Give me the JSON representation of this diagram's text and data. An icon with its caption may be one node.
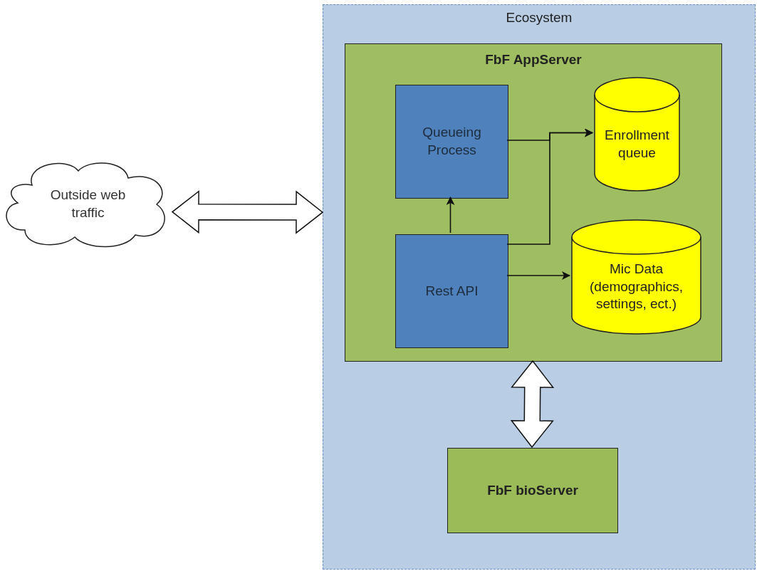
{
  "diagram": {
    "nodes": [
      {
        "text": [
          "Ecosystem"
        ]
      },
      {
        "text": [
          "FbF AppServer"
        ],
        "in": 0
      },
      {
        "text": [
          "Queueing Process"
        ],
        "in": 1
      },
      {
        "text": [
          "Enrollment queue"
        ],
        "in": 1
      },
      {
        "text": [
          "Rest API"
        ],
        "in": 1
      },
      {
        "text": [
          "Mic Data (demographics, settings, ect.)"
        ],
        "in": 1
      },
      {
        "text": [
          "FbF bioServer"
        ],
        "in": 0
      },
      {
        "text": [
          "Outside web traffic"
        ]
      }
    ],
    "edges": [
      {
        "from": 7,
        "to": 0,
        "arrow": "both",
        "style": "thick"
      },
      {
        "from": 2,
        "to": 3,
        "arrow": "to"
      },
      {
        "from": 4,
        "to": 2,
        "arrow": "to"
      },
      {
        "from": 4,
        "to": 3,
        "arrow": "to"
      },
      {
        "from": 4,
        "to": 5,
        "arrow": "to"
      },
      {
        "from": 1,
        "to": 6,
        "arrow": "both",
        "style": "thick"
      }
    ]
  }
}
